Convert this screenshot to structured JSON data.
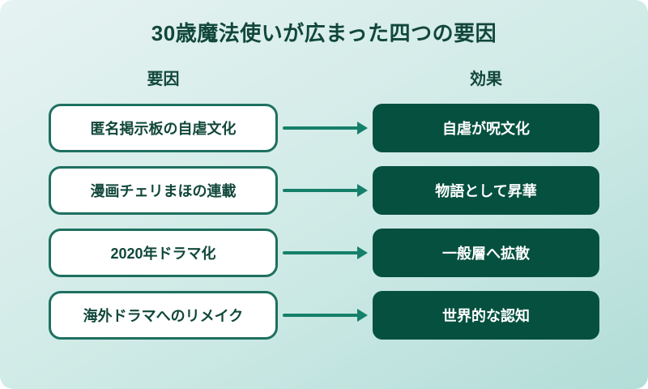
{
  "title": "30歳魔法使いが広まった四つの要因",
  "columns": {
    "left_header": "要因",
    "right_header": "効果"
  },
  "rows": [
    {
      "factor": "匿名掲示板の自虐文化",
      "effect": "自虐が呪文化"
    },
    {
      "factor": "漫画チェリまほの連載",
      "effect": "物語として昇華"
    },
    {
      "factor": "2020年ドラマ化",
      "effect": "一般層へ拡散"
    },
    {
      "factor": "海外ドラマへのリメイク",
      "effect": "世界的な認知"
    }
  ],
  "colors": {
    "background_start": "#e6f3f2",
    "background_end": "#b2ddd8",
    "title_text": "#11473a",
    "box_border": "#1e7060",
    "arrow": "#15806a",
    "effect_box_bg": "#05503f",
    "effect_box_text": "#ffffff"
  }
}
